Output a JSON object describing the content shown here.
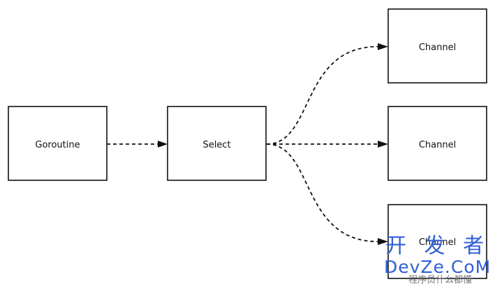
{
  "nodes": {
    "goroutine": "Goroutine",
    "select": "Select",
    "channel_1": "Channel",
    "channel_2": "Channel",
    "channel_3": "Channel"
  },
  "watermark": {
    "line1": "开 发 者",
    "line2": "DevZe.CoM",
    "line3": "程序员什么都懂"
  }
}
